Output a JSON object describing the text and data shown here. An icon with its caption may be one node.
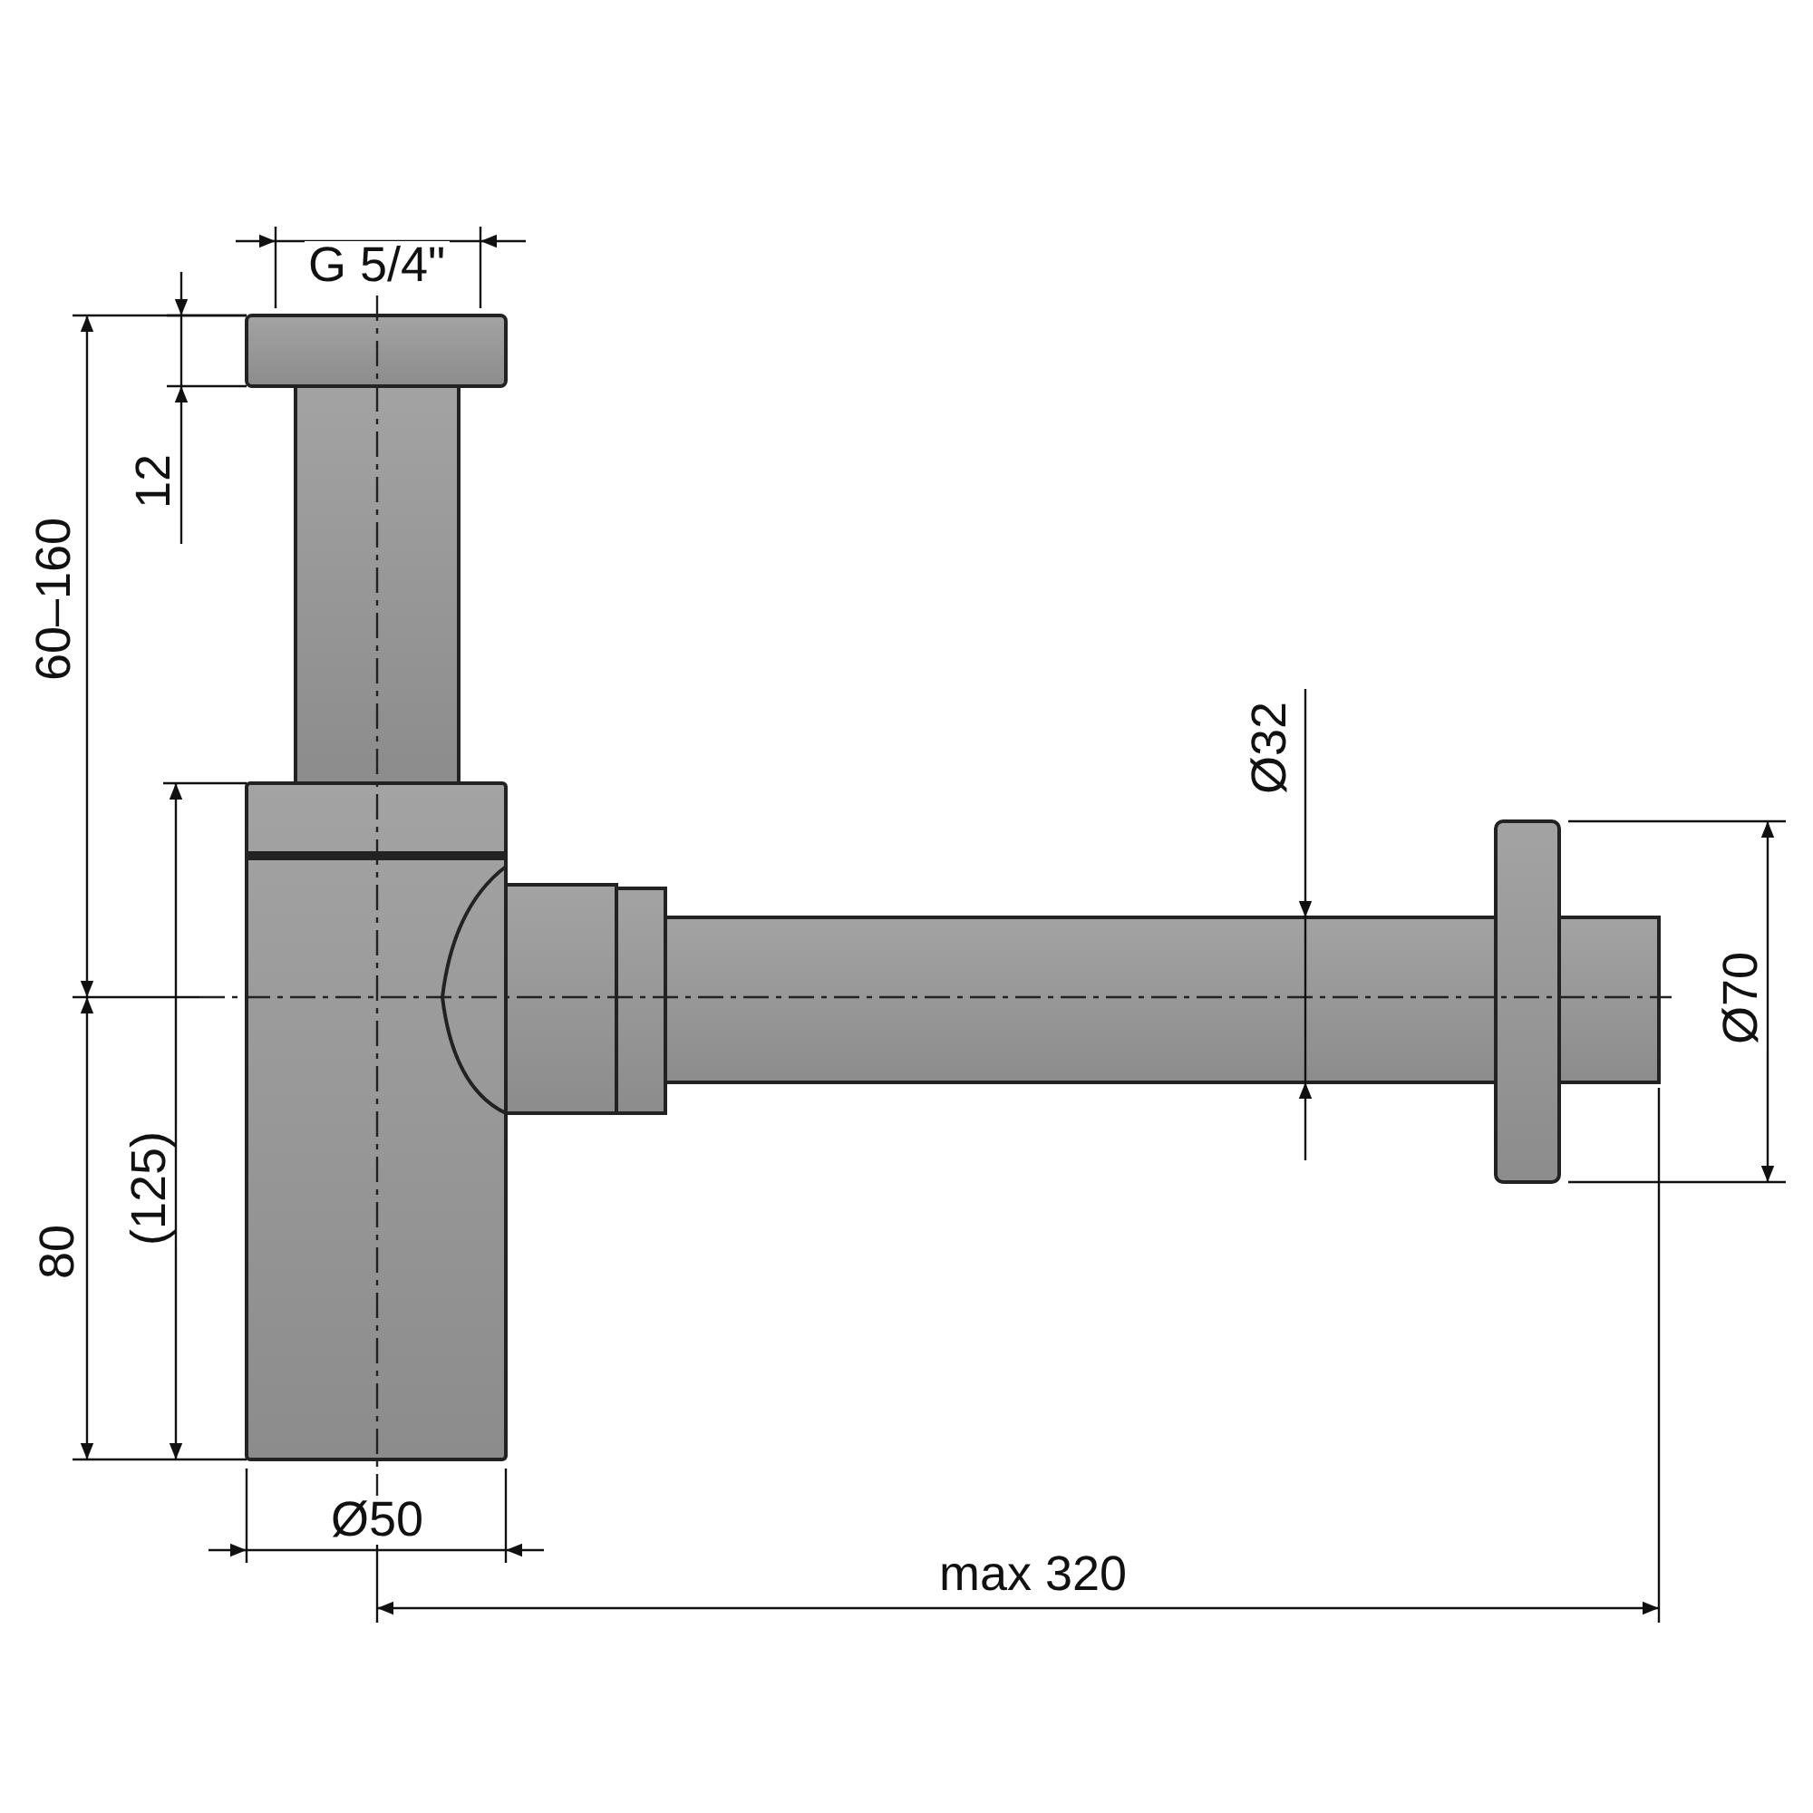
{
  "diagram": {
    "labels": [
      "G 5/4\"",
      "12",
      "60–160",
      "Ø32",
      "Ø70",
      "80",
      "(125)",
      "Ø50",
      "max 320"
    ]
  }
}
